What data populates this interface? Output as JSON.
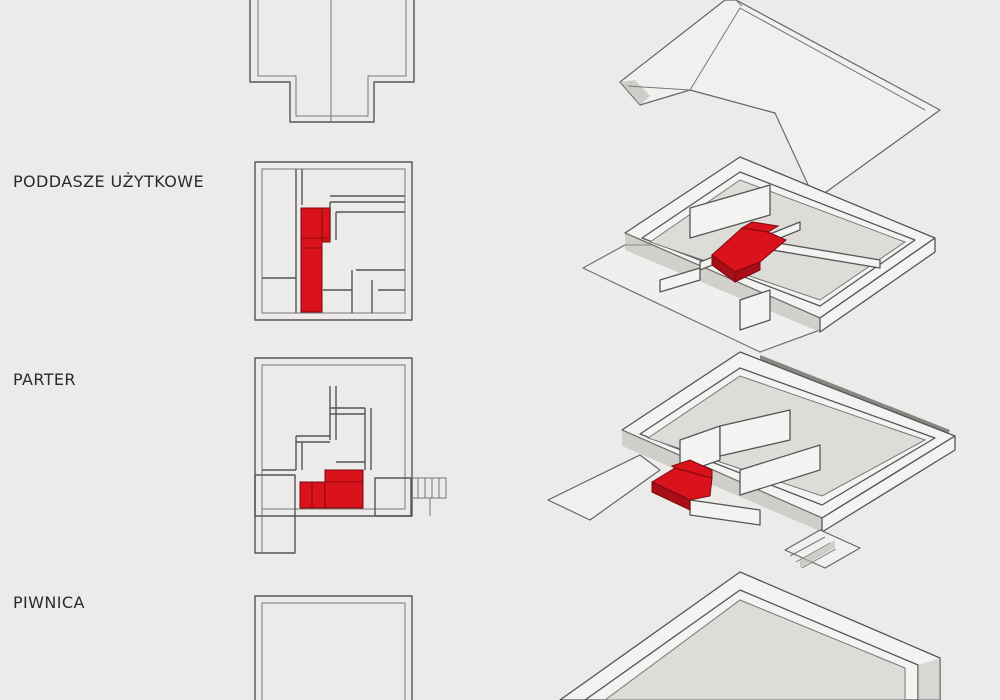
{
  "floors": {
    "attic": {
      "label": "PODDASZE UŻYTKOWE"
    },
    "ground": {
      "label": "PARTER"
    },
    "basement": {
      "label": "PIWNICA"
    }
  },
  "colors": {
    "background": "#ecebe9",
    "line": "#555555",
    "stair_highlight": "#d9121b",
    "wall_fill": "#f4f3f1"
  }
}
